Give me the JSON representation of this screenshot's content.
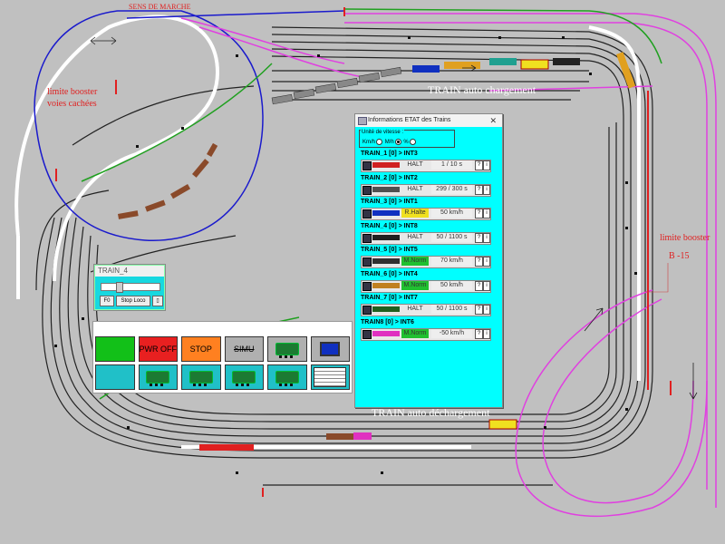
{
  "labels": {
    "sens_de_marche": "SENS DE MARCHE",
    "limite_booster_left_1": "limite booster",
    "limite_booster_left_2": "voies cachées",
    "limite_booster_right_1": "limite booster",
    "limite_booster_right_2": "B -15",
    "train_auto_chargement": "TRAIN auto chargement",
    "train_auto_dechargement": "TRAIN auto déchargement"
  },
  "train4_window": {
    "title": "TRAIN_4",
    "f0_label": "F0",
    "stop_loco_label": "Stop Loco",
    "slider_fraction": 0.28
  },
  "control_panel": {
    "row1": [
      {
        "label": "",
        "color": "#12c018"
      },
      {
        "label": "PWR OFF",
        "color": "#e82020"
      },
      {
        "label": "STOP",
        "color": "#ff8020"
      },
      {
        "label": "SIMU",
        "color": "#b0b0b0"
      },
      {
        "label": "",
        "color": "#b0b0b0",
        "icon": "locomotive-icon"
      },
      {
        "label": "",
        "color": "#b0b0b0",
        "icon": "monitor-icon"
      }
    ],
    "row2": [
      {
        "label": "",
        "color": "#20c0c8"
      },
      {
        "label": "",
        "color": "#20c0c8",
        "icon": "locomotive-icon"
      },
      {
        "label": "",
        "color": "#20c0c8",
        "icon": "locomotive-arrow-icon"
      },
      {
        "label": "",
        "color": "#20c0c8",
        "icon": "locomotive-cross-icon"
      },
      {
        "label": "",
        "color": "#20c0c8",
        "icon": "locomotive-signal-icon"
      },
      {
        "label": "",
        "color": "#20c0c8",
        "icon": "table-icon"
      }
    ]
  },
  "info_window": {
    "title": "Informations ETAT des Trains",
    "speed_unit_label": "Unité de vitesse :",
    "speed_options": [
      "Km/h",
      "M/h",
      "%"
    ],
    "speed_selected": "M/h",
    "trains": [
      {
        "name": "TRAIN_1 [0] > INT3",
        "state": "HALT",
        "value": "1 /  10 s",
        "state_color": "#e8e8e8",
        "train_color": "#d02020"
      },
      {
        "name": "TRAIN_2 [0] > INT2",
        "state": "HALT",
        "value": "299 /  300 s",
        "state_color": "#e8e8e8",
        "train_color": "#505050"
      },
      {
        "name": "TRAIN_3 [0] > INT1",
        "state": "R.Halte",
        "value": "50 km/h",
        "state_color": "#f0e020",
        "train_color": "#1030c0"
      },
      {
        "name": "TRAIN_4 [0] > INT8",
        "state": "HALT",
        "value": "50 / 1100 s",
        "state_color": "#e8e8e8",
        "train_color": "#202020"
      },
      {
        "name": "TRAIN_5 [0] > INT5",
        "state": "M.Norm",
        "value": "70 km/h",
        "state_color": "#20c030",
        "train_color": "#303030"
      },
      {
        "name": "TRAIN_6 [0] > INT4",
        "state": "M.Norm",
        "value": "50 km/h",
        "state_color": "#20c030",
        "train_color": "#c08020"
      },
      {
        "name": "TRAIN_7 [0] > INT7",
        "state": "HALT",
        "value": "50 / 1100 s",
        "state_color": "#e8e8e8",
        "train_color": "#206020"
      },
      {
        "name": "TRAIN8 [0] > INT6",
        "state": "M.Norm",
        "value": "-50 km/h",
        "state_color": "#20c030",
        "train_color": "#e030c0"
      }
    ],
    "q_label": "?",
    "i_label": "i"
  }
}
